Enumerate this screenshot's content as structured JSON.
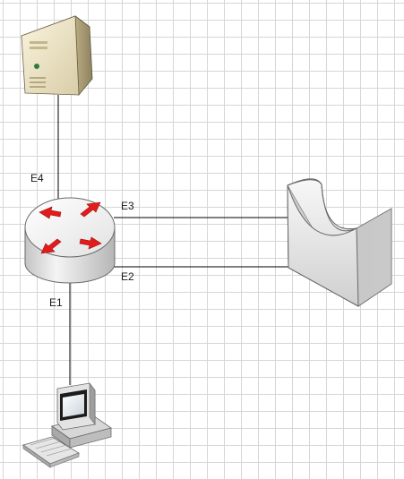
{
  "diagram": {
    "nodes": [
      {
        "id": "server",
        "icon": "server-tower-icon"
      },
      {
        "id": "router",
        "icon": "router-icon"
      },
      {
        "id": "firewall",
        "icon": "firewall-icon"
      },
      {
        "id": "workstation",
        "icon": "desktop-computer-icon"
      }
    ],
    "ports": {
      "e4": "E4",
      "e3": "E3",
      "e2": "E2",
      "e1": "E1"
    },
    "links": [
      {
        "from": "server",
        "to": "router",
        "port": "E4"
      },
      {
        "from": "router",
        "to": "firewall",
        "port": "E3"
      },
      {
        "from": "router",
        "to": "firewall",
        "port": "E2"
      },
      {
        "from": "router",
        "to": "workstation",
        "port": "E1"
      }
    ],
    "colors": {
      "link": "#000000",
      "router_arrows": "#e41b1b",
      "device_body": "#d9d9d9"
    }
  }
}
